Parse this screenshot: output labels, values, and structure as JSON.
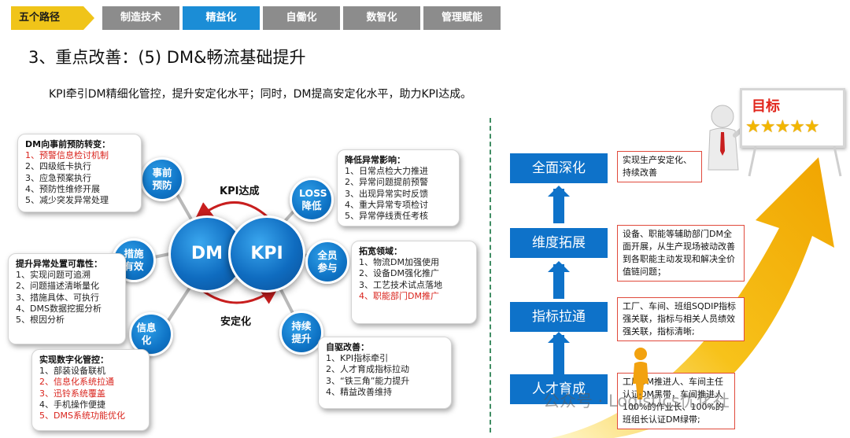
{
  "nav": {
    "section": "五个路径",
    "tabs": [
      {
        "label": "制造技术",
        "active": false
      },
      {
        "label": "精益化",
        "active": true
      },
      {
        "label": "自働化",
        "active": false
      },
      {
        "label": "数智化",
        "active": false
      },
      {
        "label": "管理赋能",
        "active": false
      }
    ]
  },
  "heading": "3、重点改善：(5) DM&畅流基础提升",
  "intro": "KPI牵引DM精细化管控，提升安定化水平；同时，DM提高安定化水平，助力KPI达成。",
  "diagram": {
    "center_left": "DM",
    "center_right": "KPI",
    "arrow_top": "KPI达成",
    "arrow_bottom": "安定化",
    "nodes": [
      {
        "line1": "事前",
        "line2": "预防"
      },
      {
        "line1": "LOSS",
        "line2": "降低"
      },
      {
        "line1": "措施",
        "line2": "有效"
      },
      {
        "line1": "全员",
        "line2": "参与"
      },
      {
        "line1": "信息化",
        "line2": ""
      },
      {
        "line1": "持续",
        "line2": "提升"
      }
    ],
    "boxes": {
      "prevent": {
        "title": "DM向事前预防转变：",
        "items": [
          "1、预警信息检讨机制",
          "2、四级纸卡执行",
          "3、应急预案执行",
          "4、预防性维修开展",
          "5、减少突发异常处理"
        ]
      },
      "loss": {
        "title": "降低异常影响：",
        "items": [
          "1、日常点检大力推进",
          "2、异常问题提前预警",
          "3、出现异常实时反馈",
          "4、重大异常专项检讨",
          "5、异常停线责任考核"
        ]
      },
      "measure": {
        "title": "提升异常处置可靠性：",
        "items": [
          "1、实现问题可追溯",
          "2、问题描述清晰量化",
          "3、措施具体、可执行",
          "4、DMS数据挖掘分析",
          "5、根因分析"
        ]
      },
      "expand": {
        "title": "拓宽领域：",
        "items": [
          "1、物流DM加强使用",
          "2、设备DM强化推广",
          "3、工艺技术试点落地",
          "4、职能部门DM推广"
        ]
      },
      "digital": {
        "title": "实现数字化管控：",
        "items": [
          "1、部装设备联机",
          "2、信息化系统拉通",
          "3、迅铃系统覆盖",
          "4、手机操作便捷",
          "5、DMS系统功能优化"
        ]
      },
      "self": {
        "title": "自驱改善：",
        "items": [
          "1、KPI指标牵引",
          "2、人才育成指标拉动",
          "3、“铁三角”能力提升",
          "4、精益改善维持"
        ]
      }
    }
  },
  "ladder": {
    "target": "目标",
    "stars": "★★★★★",
    "stages": [
      {
        "label": "全面深化",
        "note": "实现生产安定化、持续改善"
      },
      {
        "label": "维度拓展",
        "note": "设备、职能等辅助部门DM全面开展，从生产现场被动改善到各职能主动发现和解决全价值链问题；"
      },
      {
        "label": "指标拉通",
        "note": "工厂、车间、班组SQDIP指标强关联，指标与相关人员绩效强关联，指标清晰;"
      },
      {
        "label": "人才育成",
        "note": "工厂DM推进人、车间主任认证DM黑带，车间推进人100%的作业长、100%的班组长认证DM绿带;"
      }
    ]
  },
  "watermark": "公众号 · Logistics优化社",
  "colors": {
    "nav_active": "#1b8dd6",
    "nav_inactive": "#8c8c8c",
    "nav_section": "#f0c419",
    "circle_blue": "#0f6cc0",
    "stage_blue": "#0e72c9",
    "highlight_red": "#d9231c",
    "arrow_yellow": "#f5b800"
  }
}
